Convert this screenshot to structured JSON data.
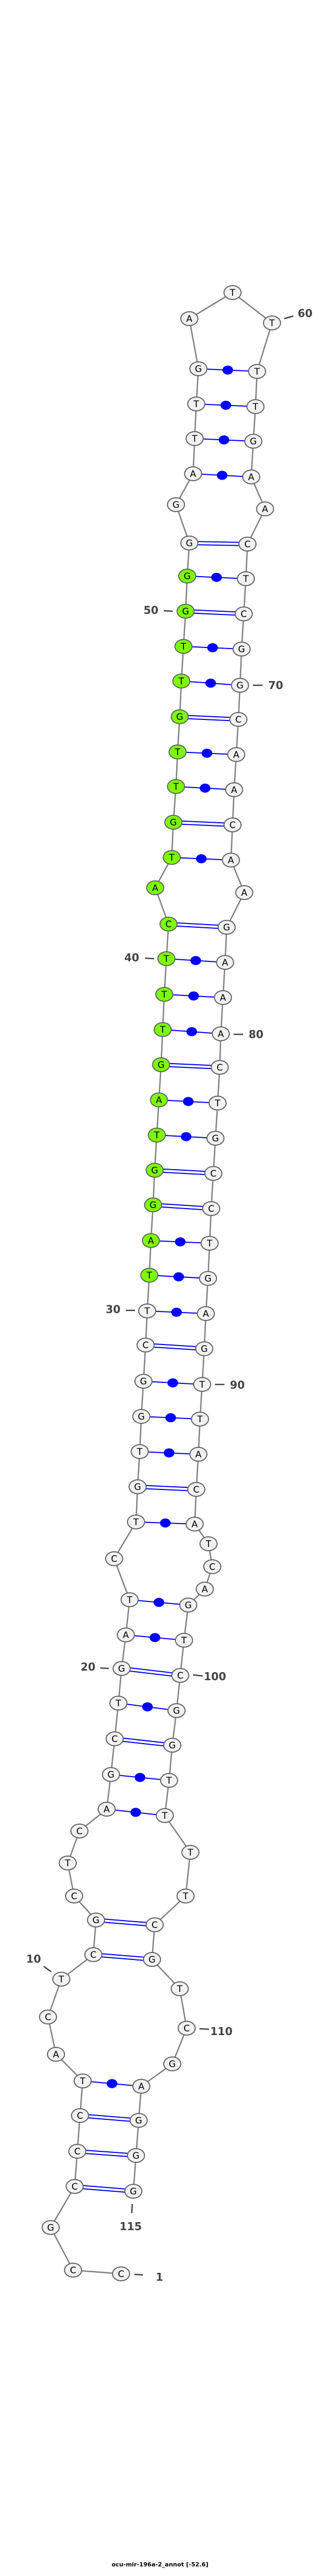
{
  "title": "ocu-mir-196a-2_annot [-52.6]",
  "sequence": "CCGCCCTACTCGCTCAGCTGATCTGTGGCTTAGGTAGTTTCATGTTGTTGGGGATTGATTTTGAACTCGGCAACAAGAAACTGCCTGAGTTACATCAGTCGGTTTTCGTCGAGGG",
  "highlight_range": [
    31,
    51
  ],
  "pairs": [
    [
      4,
      115
    ],
    [
      5,
      114
    ],
    [
      6,
      113
    ],
    [
      7,
      112
    ],
    [
      11,
      108
    ],
    [
      12,
      107
    ],
    [
      16,
      104
    ],
    [
      17,
      103
    ],
    [
      18,
      102
    ],
    [
      19,
      101
    ],
    [
      20,
      100
    ],
    [
      21,
      99
    ],
    [
      22,
      98
    ],
    [
      24,
      94
    ],
    [
      25,
      93
    ],
    [
      26,
      92
    ],
    [
      27,
      91
    ],
    [
      28,
      90
    ],
    [
      29,
      89
    ],
    [
      30,
      88
    ],
    [
      31,
      87
    ],
    [
      32,
      86
    ],
    [
      33,
      85
    ],
    [
      34,
      84
    ],
    [
      35,
      83
    ],
    [
      36,
      82
    ],
    [
      37,
      81
    ],
    [
      38,
      80
    ],
    [
      39,
      79
    ],
    [
      40,
      78
    ],
    [
      41,
      77
    ],
    [
      43,
      75
    ],
    [
      44,
      74
    ],
    [
      45,
      73
    ],
    [
      46,
      72
    ],
    [
      47,
      71
    ],
    [
      48,
      70
    ],
    [
      49,
      69
    ],
    [
      50,
      68
    ],
    [
      51,
      67
    ],
    [
      52,
      66
    ],
    [
      54,
      64
    ],
    [
      55,
      63
    ],
    [
      56,
      62
    ],
    [
      57,
      61
    ]
  ],
  "number_labels": [
    "1",
    "10",
    "20",
    "30",
    "40",
    "50",
    "60",
    "70",
    "80",
    "90",
    "100",
    "110",
    "115"
  ],
  "colors": {
    "highlight": "#7cfc00",
    "node": "#f2f2f2",
    "node_stroke": "#666666",
    "backbone": "#808080",
    "pair": "#0000ff",
    "label": "#444444"
  }
}
